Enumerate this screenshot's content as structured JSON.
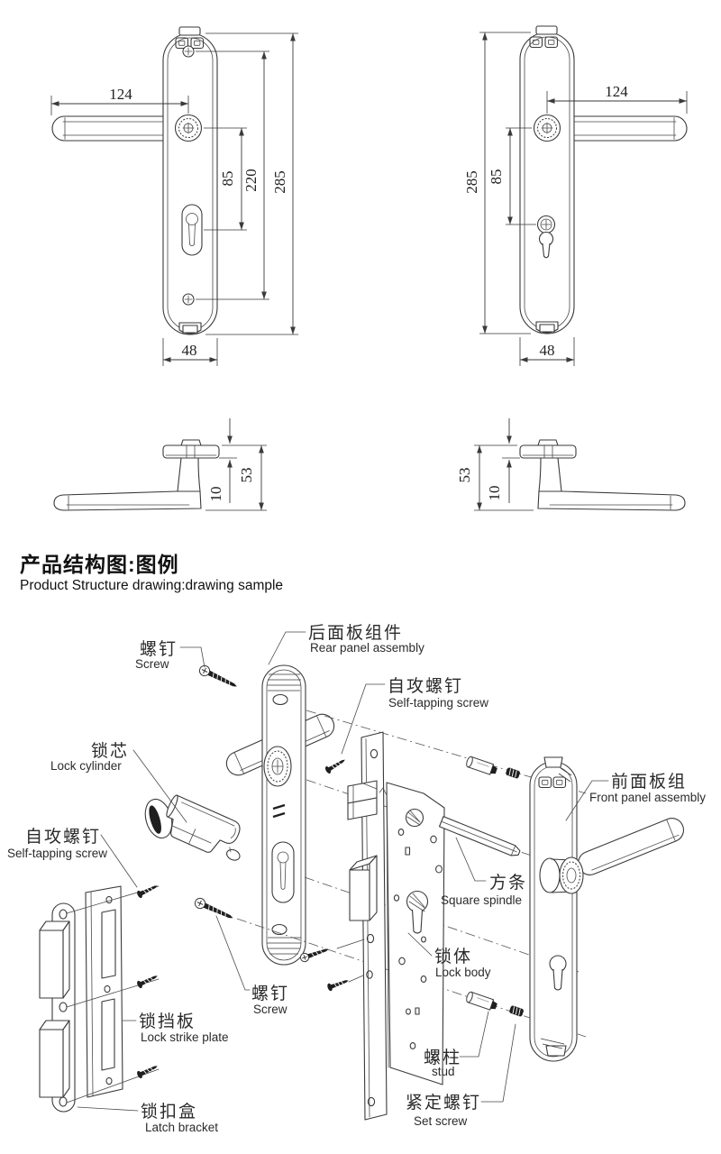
{
  "page": {
    "background": "#ffffff",
    "line_color": "#3a3a3a",
    "text_color": "#262626"
  },
  "title": {
    "zh": "产品结构图:图例",
    "en": "Product Structure drawing:drawing sample"
  },
  "views": {
    "front_left": {
      "handle_length": "124",
      "center_to_keyhole": "85",
      "screw_spacing": "220",
      "plate_height": "285",
      "plate_width": "48"
    },
    "front_right": {
      "handle_length": "124",
      "center_to_cylinder": "85",
      "plate_height": "285",
      "plate_width": "48"
    },
    "side_left": {
      "plate_thickness": "10",
      "handle_depth": "53"
    },
    "side_right": {
      "plate_thickness": "10",
      "handle_depth": "53"
    }
  },
  "exploded": {
    "parts": {
      "screw_top": {
        "zh": "螺钉",
        "en": "Screw"
      },
      "rear_panel": {
        "zh": "后面板组件",
        "en": "Rear panel assembly"
      },
      "self_tapping_screw_right": {
        "zh": "自攻螺钉",
        "en": "Self-tapping screw"
      },
      "lock_cylinder": {
        "zh": "锁芯",
        "en": "Lock cylinder"
      },
      "self_tapping_screw_left": {
        "zh": "自攻螺钉",
        "en": "Self-tapping screw"
      },
      "front_panel": {
        "zh": "前面板组",
        "en": "Front panel assembly"
      },
      "square_spindle": {
        "zh": "方条",
        "en": "Square spindle"
      },
      "lock_body": {
        "zh": "锁体",
        "en": "Lock body"
      },
      "screw_mid": {
        "zh": "螺钉",
        "en": "Screw"
      },
      "lock_strike_plate": {
        "zh": "锁挡板",
        "en": "Lock strike plate"
      },
      "latch_bracket": {
        "zh": "锁扣盒",
        "en": "Latch bracket"
      },
      "stud": {
        "zh": "螺柱",
        "en": "stud"
      },
      "set_screw": {
        "zh": "紧定螺钉",
        "en": "Set screw"
      }
    }
  }
}
